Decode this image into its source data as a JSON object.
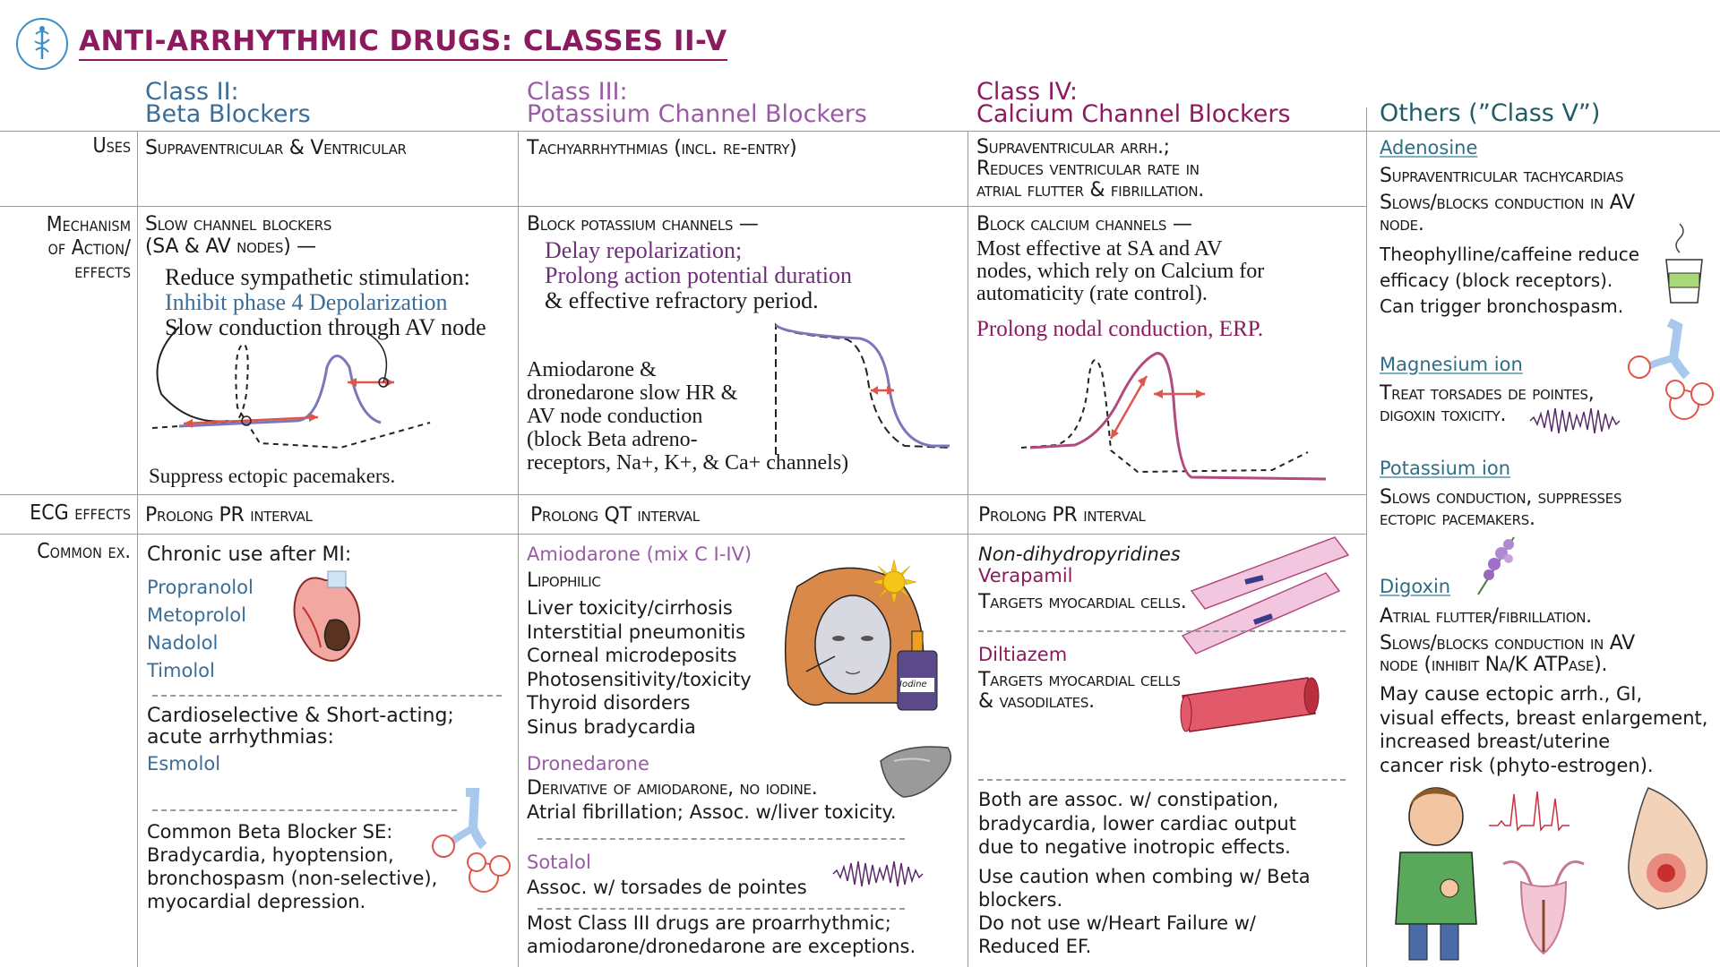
{
  "header": {
    "title": "ANTI-ARRHYTHMIC DRUGS: CLASSES II-V",
    "logo_icon": "caduceus-icon"
  },
  "columns": {
    "class2": {
      "line1": "Class II:",
      "line2": "Beta Blockers"
    },
    "class3": {
      "line1": "Class III:",
      "line2": "Potassium Channel Blockers"
    },
    "class4": {
      "line1": "Class IV:",
      "line2": "Calcium Channel Blockers"
    },
    "others": {
      "line1": "Others (”Class V”)"
    }
  },
  "rows": {
    "uses": "Uses",
    "mechanism": [
      "Mechanism",
      "of Action/",
      "effects"
    ],
    "ecg": "ECG effects",
    "common": "Common ex."
  },
  "uses": {
    "class2": "Supraventricular & Ventricular",
    "class3": "Tachyarrhythmias (incl. re-entry)",
    "class4": [
      "Supraventricular arrh.;",
      "Reduces ventricular rate in",
      "atrial flutter & fibrillation."
    ]
  },
  "mechanism": {
    "class2": {
      "line1": "Slow channel blockers",
      "line2": "(SA & AV nodes) —",
      "a": "Reduce sympathetic stimulation:",
      "b": "Inhibit phase 4 Depolarization",
      "c": "Slow conduction through AV node",
      "d": "Suppress ectopic pacemakers."
    },
    "class3": {
      "line1": "Block potassium channels —",
      "a": "Delay repolarization;",
      "b": "Prolong action potential duration",
      "c": "& effective refractory period.",
      "note": [
        "Amiodarone &",
        "dronedarone slow HR &",
        "AV node conduction",
        "(block Beta adreno-",
        "receptors, Na+, K+, & Ca+ channels)"
      ]
    },
    "class4": {
      "line1": "Block calcium channels —",
      "a": [
        "Most effective at SA and AV",
        "nodes, which rely on Calcium for",
        "automaticity (rate control)."
      ],
      "b": "Prolong nodal conduction, ERP."
    }
  },
  "ecg": {
    "class2": "Prolong PR interval",
    "class3": "Prolong QT interval",
    "class4": "Prolong PR interval"
  },
  "common": {
    "class2": {
      "intro": "Chronic use after MI:",
      "drugs": [
        "Propranolol",
        "Metoprolol",
        "Nadolol",
        "Timolol"
      ],
      "cardio": [
        "Cardioselective & Short-acting;",
        "acute arrhythmias:"
      ],
      "esmolol": "Esmolol",
      "se_title": "Common Beta Blocker SE:",
      "se": [
        "Bradycardia, hyoptension,",
        "bronchospasm (non-selective),",
        "myocardial depression."
      ]
    },
    "class3": {
      "amio": "Amiodarone (mix C I-IV)",
      "lipo": "Lipophilic",
      "effects": [
        "Liver toxicity/cirrhosis",
        "Interstitial pneumonitis",
        "Corneal microdeposits",
        "Photosensitivity/toxicity",
        "Thyroid disorders",
        "Sinus bradycardia"
      ],
      "iodine": "Iodine",
      "drone": "Dronedarone",
      "drone_desc": "Derivative of amiodarone, no iodine.",
      "drone_desc2": "Atrial fibrillation; Assoc. w/liver toxicity.",
      "sotalol": "Sotalol",
      "sotalol_desc": "Assoc. w/ torsades de pointes",
      "most": [
        "Most Class III drugs are proarrhythmic;",
        "amiodarone/dronedarone are exceptions."
      ]
    },
    "class4": {
      "nondhp": "Non-dihydropyridines",
      "verapamil": "Verapamil",
      "verapamil_desc": "Targets myocardial cells.",
      "diltiazem": "Diltiazem",
      "diltiazem_desc": [
        "Targets myocardial cells",
        "& vasodilates."
      ],
      "both": [
        "Both are assoc. w/ constipation,",
        "bradycardia, lower cardiac output",
        "due to negative inotropic effects."
      ],
      "caution": [
        "Use caution when combing w/ Beta",
        "blockers."
      ],
      "hf": [
        "Do not use w/Heart Failure w/",
        "Reduced EF."
      ]
    }
  },
  "others": {
    "adenosine": "Adenosine",
    "adenosine_a": "Supraventricular tachycardias",
    "adenosine_b": [
      "Slows/blocks conduction in AV",
      "node."
    ],
    "adenosine_c": [
      "Theophylline/caffeine reduce",
      "efficacy (block receptors).",
      "Can trigger bronchospasm."
    ],
    "magnesium": "Magnesium ion",
    "magnesium_a": [
      "Treat torsades de pointes,",
      "digoxin toxicity."
    ],
    "potassium": "Potassium ion",
    "potassium_a": [
      "Slows conduction, suppresses",
      "ectopic pacemakers."
    ],
    "digoxin": "Digoxin",
    "digoxin_a": "Atrial flutter/fibrillation.",
    "digoxin_b": [
      "Slows/blocks conduction in AV",
      "node (inhibit Na/K ATPase)."
    ],
    "digoxin_c": [
      "May cause ectopic arrh., GI,",
      "visual effects, breast enlargement,",
      "increased breast/uterine",
      "cancer risk (phyto-estrogen)."
    ]
  },
  "colors": {
    "title": "#8b1a5e",
    "class2": "#3a6d97",
    "class3": "#9a5aa6",
    "class4": "#8b1a5e",
    "others": "#1f5c66",
    "arrow": "#e0554a"
  }
}
